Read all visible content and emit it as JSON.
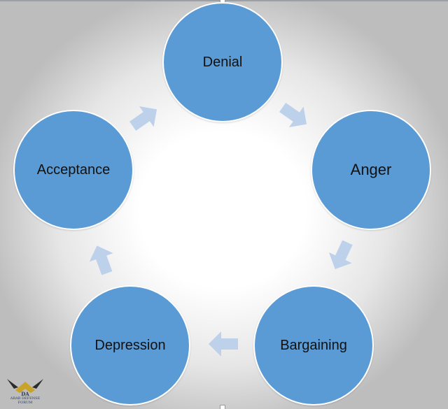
{
  "nodes": [
    {
      "id": "denial",
      "label": "Denial"
    },
    {
      "id": "anger",
      "label": "Anger"
    },
    {
      "id": "bargaining",
      "label": "Bargaining"
    },
    {
      "id": "depression",
      "label": "Depression"
    },
    {
      "id": "acceptance",
      "label": "Acceptance"
    }
  ],
  "watermark": {
    "initials": "DA",
    "text": "ARAB DEFENSE FORUM"
  },
  "colors": {
    "node_fill": "#5b9bd5",
    "arrow_fill": "#bdd1ea",
    "text": "#111111"
  }
}
